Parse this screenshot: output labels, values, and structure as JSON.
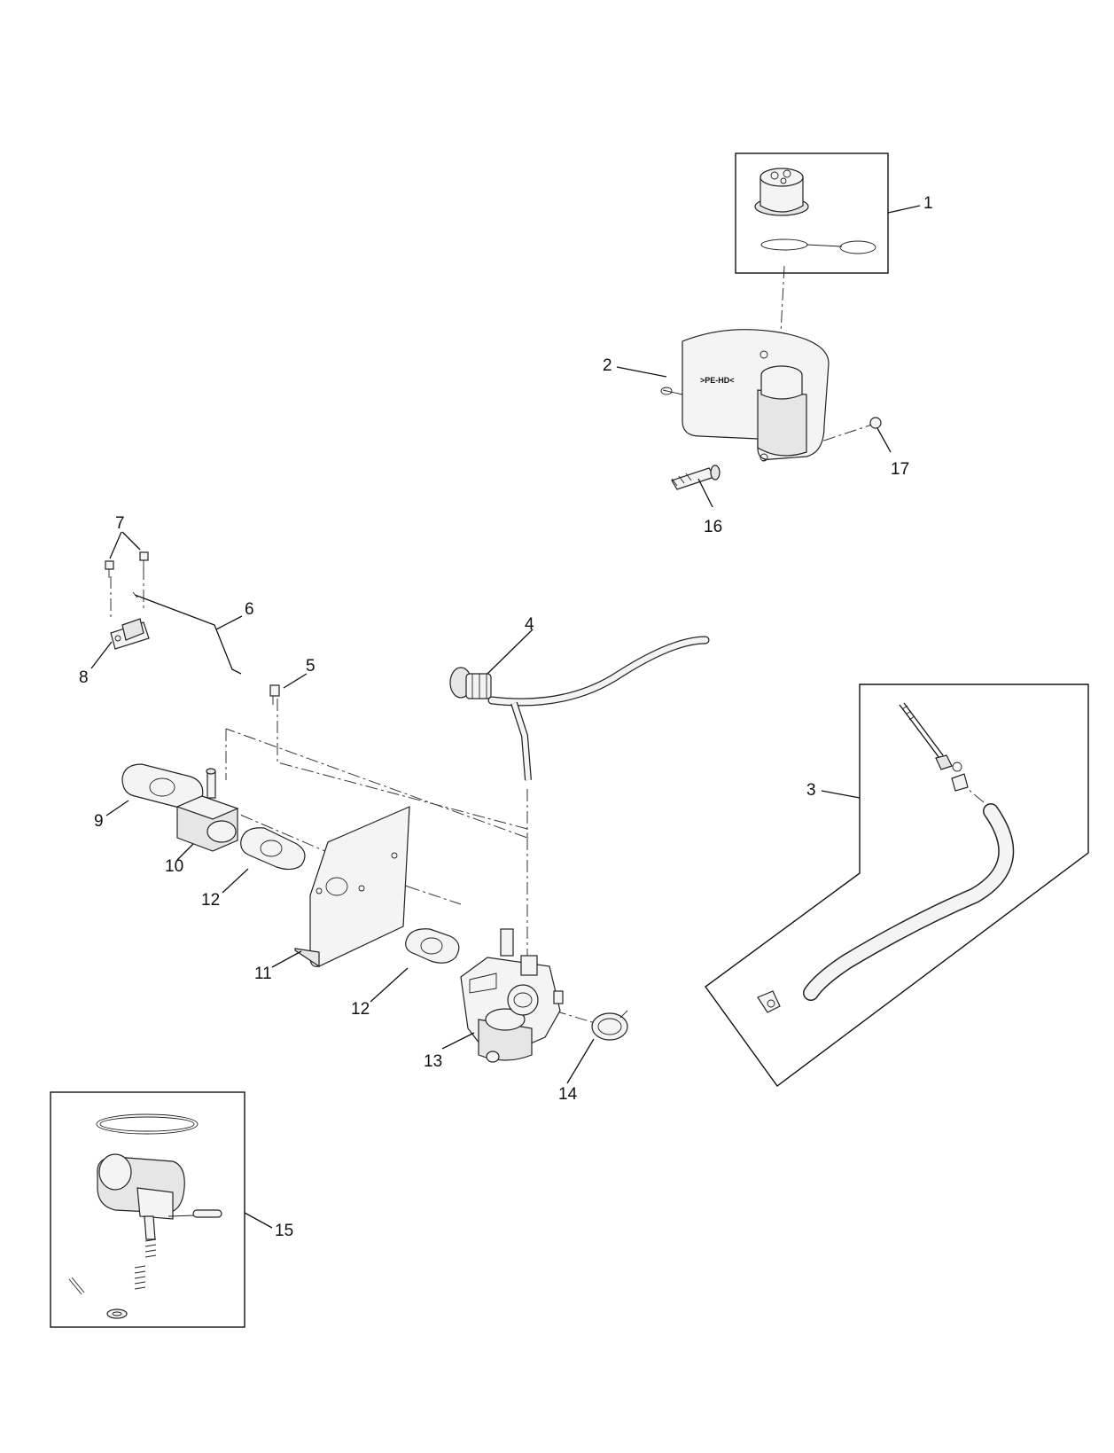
{
  "diagram": {
    "callouts": [
      "1",
      "2",
      "3",
      "4",
      "5",
      "6",
      "7",
      "8",
      "9",
      "10",
      "11",
      "12",
      "12",
      "13",
      "14",
      "15",
      "16",
      "17"
    ],
    "tank_label": ">PE-HD<"
  }
}
